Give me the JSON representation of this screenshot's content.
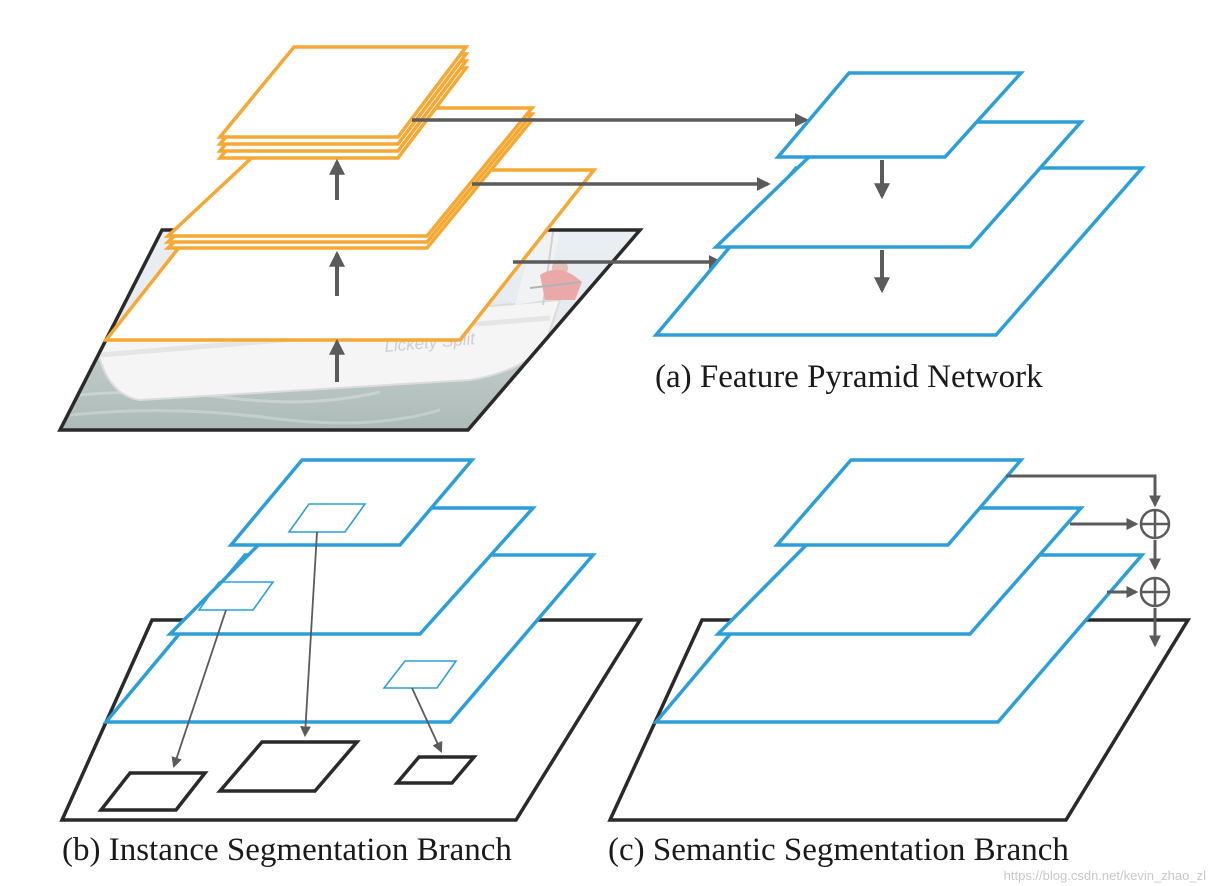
{
  "captions": {
    "fpn": "(a) Feature Pyramid Network",
    "instance": "(b) Instance Segmentation Branch",
    "semantic": "(c) Semantic Segmentation Branch"
  },
  "watermark": "https://blog.csdn.net/kevin_zhao_zl",
  "image_text": "Lickety Split",
  "colors": {
    "backbone": "#f5a833",
    "pyramid": "#2d9fd8",
    "base": "#2a2a2a",
    "arrow": "#5b5b5b"
  }
}
